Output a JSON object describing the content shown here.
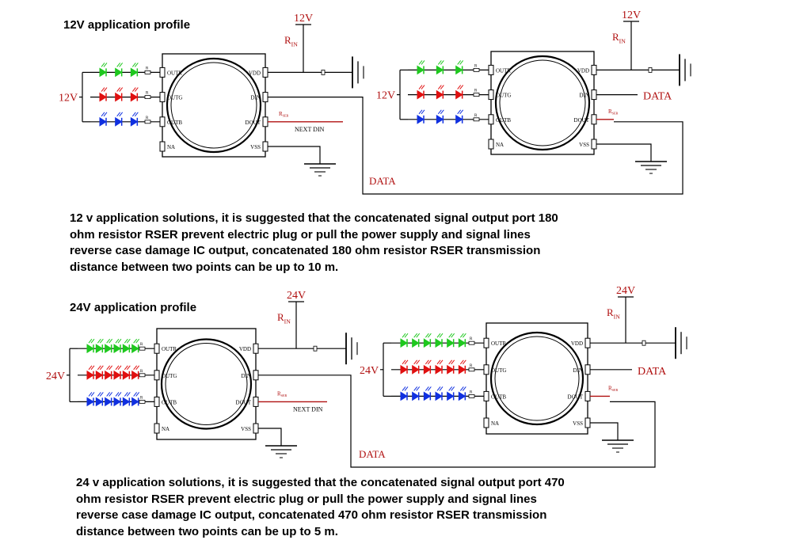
{
  "section_12v": {
    "title": "12V application profile",
    "supply": "12V",
    "paragraph": [
      "12 v application solutions, it is suggested that the concatenated signal output port 180",
      "ohm resistor RSER prevent electric plug or pull the power supply and signal lines",
      "reverse case damage IC output, concatenated 180 ohm resistor RSER transmission",
      "distance between two points can be up to 10 m."
    ]
  },
  "section_24v": {
    "title": "24V application profile",
    "supply": "24V",
    "paragraph": [
      "24 v application solutions, it is suggested that the concatenated signal output port 470",
      "ohm resistor RSER prevent electric plug or pull the power supply and signal lines",
      "reverse case damage IC output, concatenated 470 ohm resistor RSER transmission",
      "distance between two points can be up to 5 m."
    ]
  },
  "labels": {
    "rin": "R",
    "rin_sub": "IN",
    "rser": "R",
    "rser_sub": "SER",
    "data": "DATA",
    "next_din": "NEXT DIN",
    "led_resistor": "R"
  },
  "pins": {
    "outr": "OUTR",
    "outg": "OUTG",
    "outb": "OUTB",
    "na": "NA",
    "vdd": "VDD",
    "din": "DIN",
    "dout": "DOUT",
    "vss": "VSS"
  },
  "colors": {
    "led_green": "#1ec81e",
    "led_red": "#e01010",
    "led_blue": "#1030e0",
    "wire": "#000000",
    "label_red": "#b01010"
  }
}
